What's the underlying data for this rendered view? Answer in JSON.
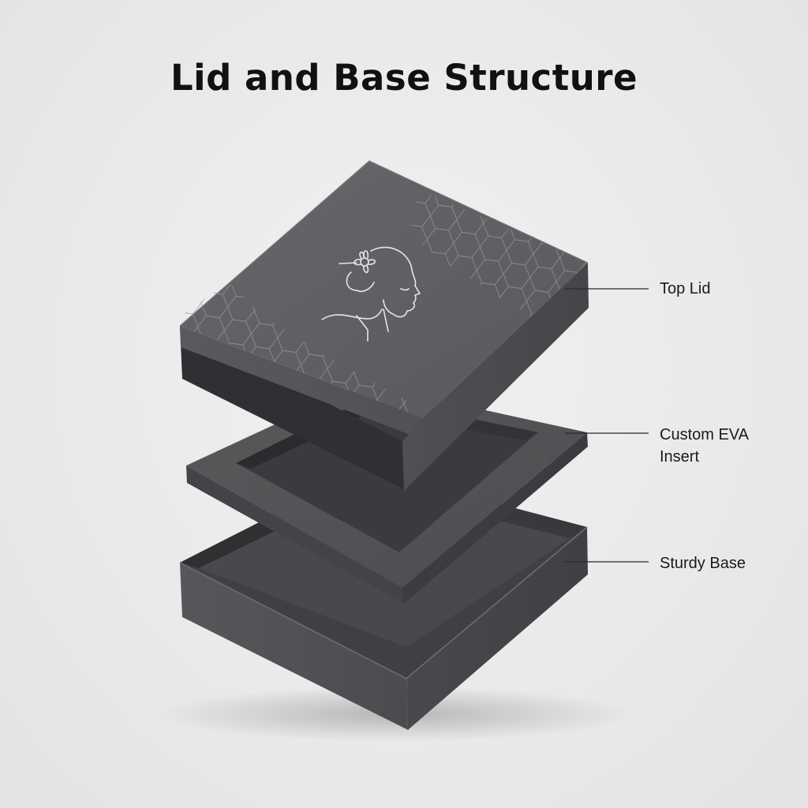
{
  "title": "Lid and Base Structure",
  "parts": {
    "lid": {
      "label": "Top Lid"
    },
    "insert": {
      "label_line1": "Custom EVA",
      "label_line2": "Insert"
    },
    "base": {
      "label": "Sturdy Base"
    }
  },
  "colors": {
    "background": "#ebebeb",
    "box_face": "#5d5e60",
    "box_side": "#47484a",
    "foam": "#4f5052",
    "pattern": "#9a9b9d",
    "text": "#111111"
  },
  "icons": {
    "lid_art": "woman-profile-line-art-icon",
    "pattern": "hexagon-pattern"
  }
}
